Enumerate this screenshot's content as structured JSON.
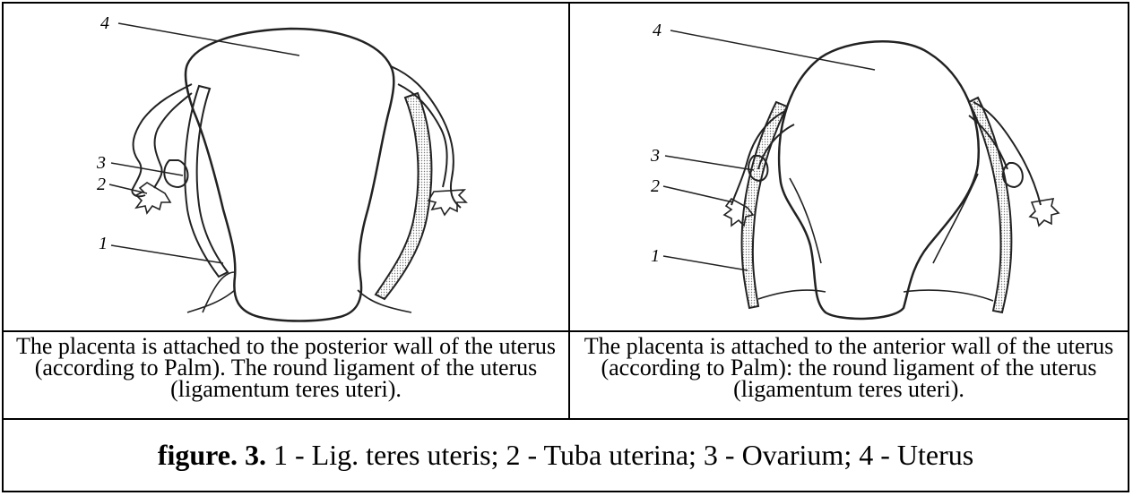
{
  "figure": {
    "label_bold": "figure. 3.",
    "legend": " 1 - Lig. teres uteris; 2 - Tuba uterina; 3 - Ovarium; 4 - Uterus"
  },
  "panels": [
    {
      "caption": "The placenta is attached to the posterior wall of the uterus (according to Palm). The round ligament of the uterus (ligamentum teres uteri).",
      "labels": [
        "4",
        "3",
        "2",
        "1"
      ]
    },
    {
      "caption": "The placenta is attached to the anterior wall of the uterus (according to Palm): the round ligament of the uterus (ligamentum teres uteri).",
      "labels": [
        "4",
        "3",
        "2",
        "1"
      ]
    }
  ]
}
